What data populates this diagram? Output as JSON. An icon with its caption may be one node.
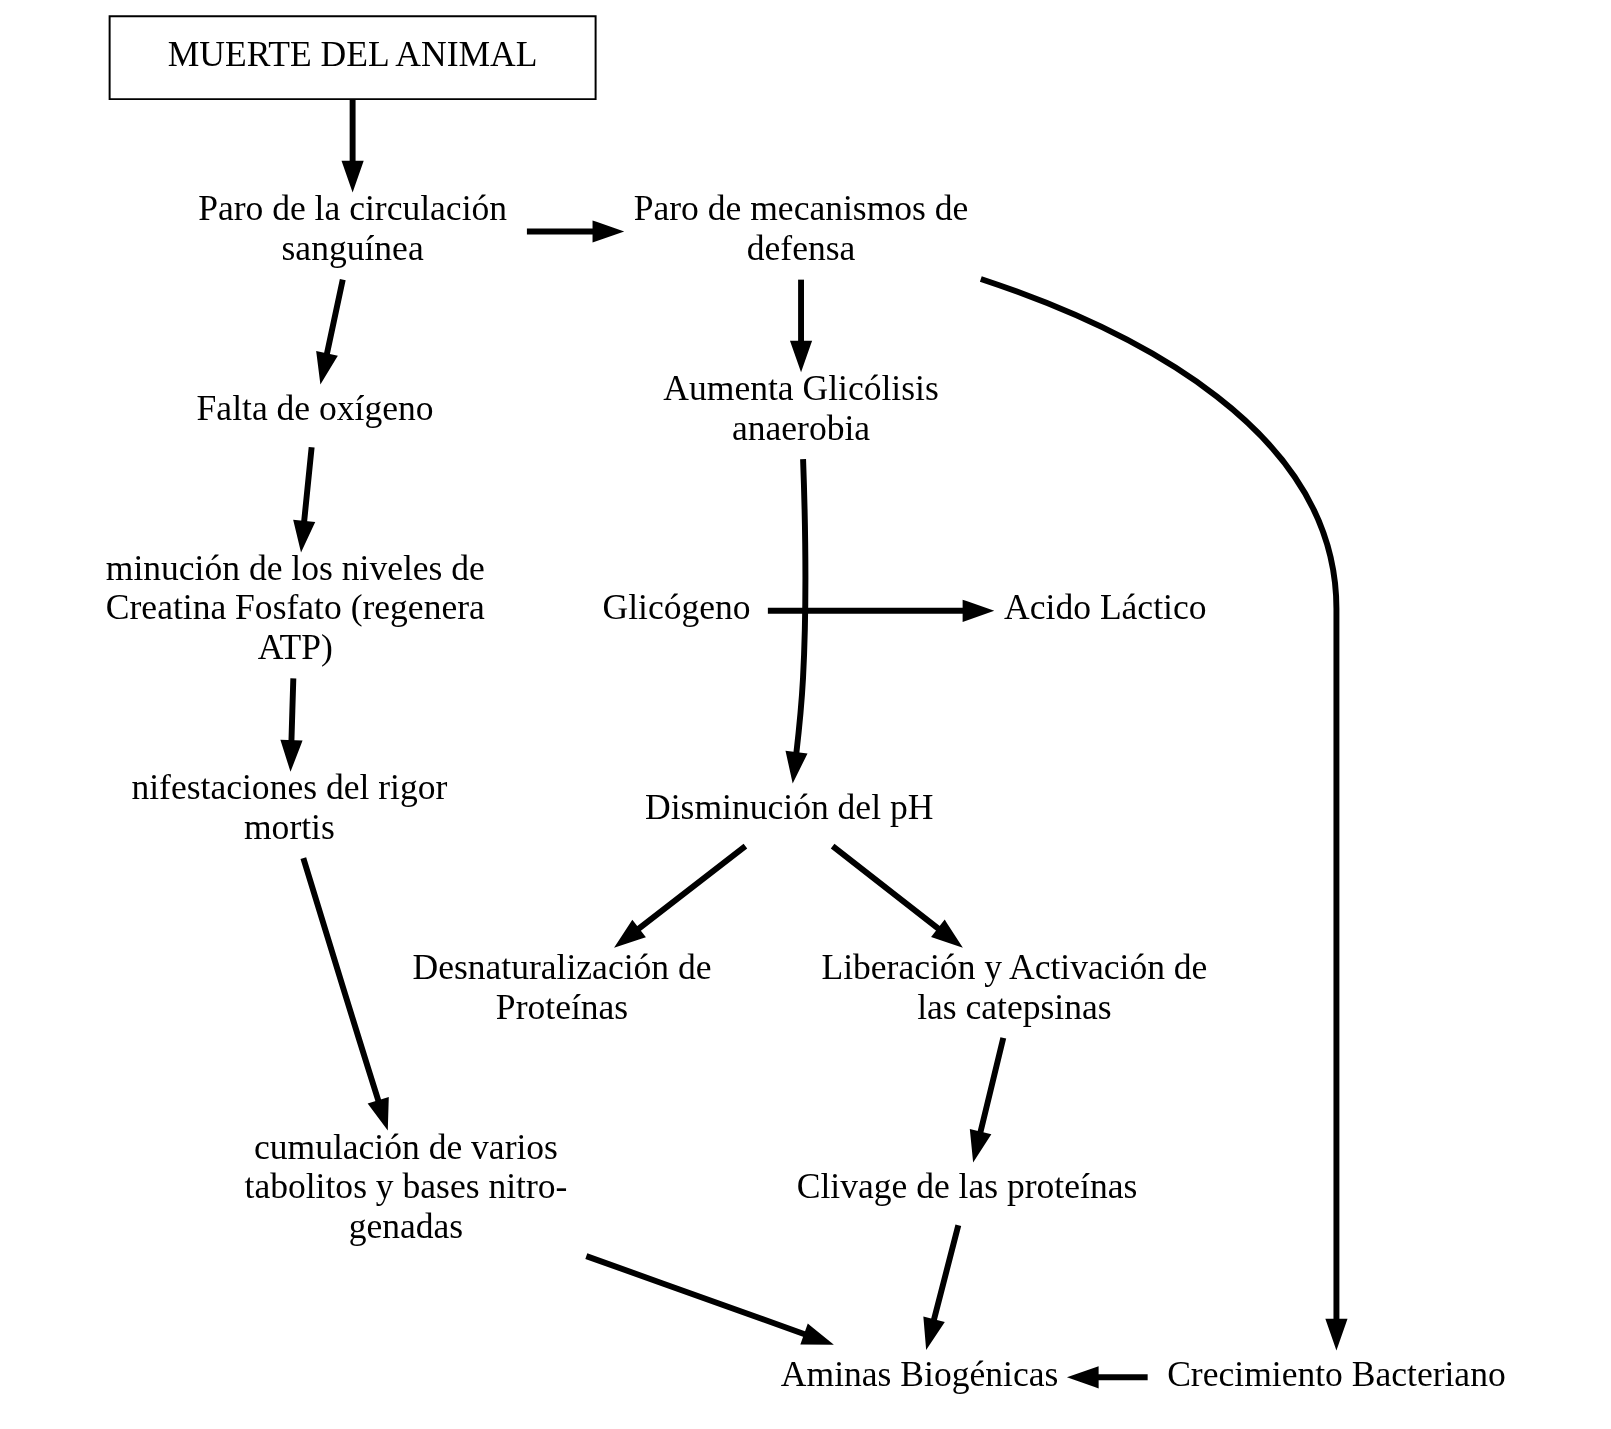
{
  "diagram": {
    "nodes": [
      {
        "text": [
          "MUERTE DEL ANIMAL"
        ]
      },
      {
        "text": [
          "Paro de la circulación sanguínea"
        ]
      },
      {
        "text": [
          "Paro de mecanismos de defensa"
        ]
      },
      {
        "text": [
          "Aumenta Glicólisis anaerobia"
        ]
      },
      {
        "text": [
          "Glicógeno"
        ]
      },
      {
        "text": [
          "Acido Láctico"
        ]
      },
      {
        "text": [
          "Falta de oxígeno"
        ]
      },
      {
        "text": [
          "Disminución del pH"
        ]
      },
      {
        "text": [
          "minución de los niveles de Creatina Fosfato (regenera ATP)"
        ]
      },
      {
        "text": [
          "Desnaturalización de Proteínas"
        ]
      },
      {
        "text": [
          "Liberación y Activación de las catepsinas"
        ]
      },
      {
        "text": [
          "nifestaciones del rigor mortis"
        ]
      },
      {
        "text": [
          "cumulación de varios tabolitos y bases nitro- genadas"
        ]
      },
      {
        "text": [
          "Clivage de las proteínas"
        ]
      },
      {
        "text": [
          "Aminas Biogénicas"
        ]
      },
      {
        "text": [
          "Crecimiento Bacteriano"
        ]
      }
    ],
    "edges": [
      {
        "from": 0,
        "to": 1,
        "arrow": "to"
      },
      {
        "from": 1,
        "to": 2,
        "arrow": "to"
      },
      {
        "from": 1,
        "to": 6,
        "arrow": "to"
      },
      {
        "from": 2,
        "to": 3,
        "arrow": "to"
      },
      {
        "from": 4,
        "to": 5,
        "arrow": "to"
      },
      {
        "from": 3,
        "to": 7,
        "arrow": "to"
      },
      {
        "from": 6,
        "to": 8,
        "arrow": "to"
      },
      {
        "from": 7,
        "to": 9,
        "arrow": "to"
      },
      {
        "from": 7,
        "to": 10,
        "arrow": "to"
      },
      {
        "from": 8,
        "to": 11,
        "arrow": "to"
      },
      {
        "from": 11,
        "to": 12,
        "arrow": "to"
      },
      {
        "from": 10,
        "to": 13,
        "arrow": "to"
      },
      {
        "from": 2,
        "to": 15,
        "arrow": "to"
      },
      {
        "from": 12,
        "to": 14,
        "arrow": "to"
      },
      {
        "from": 13,
        "to": 14,
        "arrow": "to"
      },
      {
        "from": 15,
        "to": 14,
        "arrow": "to"
      }
    ]
  }
}
